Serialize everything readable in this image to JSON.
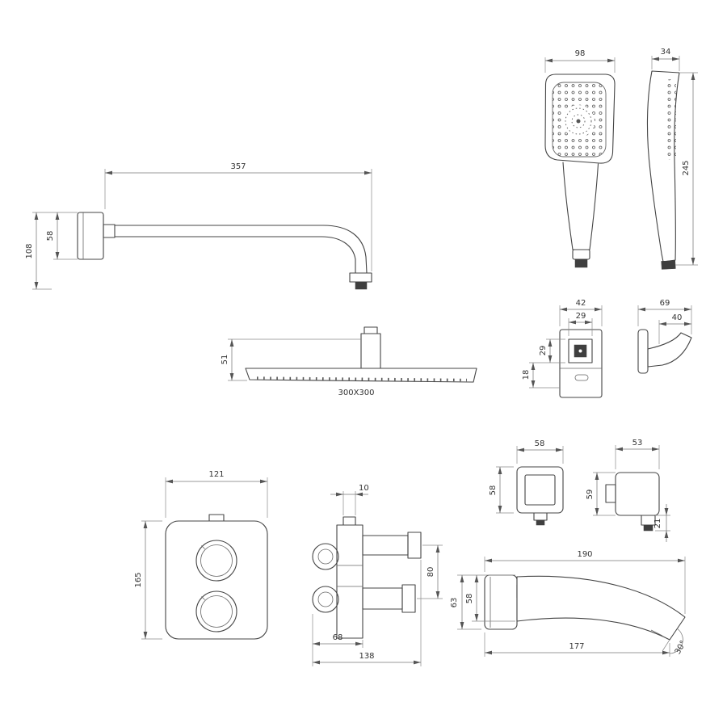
{
  "page": {
    "background": "#ffffff",
    "type": "technical-dimension-drawing",
    "subject": "concealed shower system components"
  },
  "colors": {
    "line": "#444444",
    "dimension_line": "#777777",
    "text": "#333333",
    "dark_fill": "#3f3f3f"
  },
  "dims": {
    "hand_shower_front": {
      "width": "98"
    },
    "hand_shower_side": {
      "depth": "34",
      "height": "245"
    },
    "shower_arm": {
      "length": "357",
      "flange_height": "58",
      "drop_height": "108"
    },
    "overhead_shower": {
      "height": "51",
      "size": "300X300"
    },
    "wall_elbow": {
      "width": "42",
      "button_width": "29",
      "button_height": "29",
      "lower_height": "18"
    },
    "holder": {
      "width": "69",
      "hook_depth": "40"
    },
    "wall_plate": {
      "width": "58",
      "height": "58"
    },
    "wall_outlet": {
      "width": "53",
      "height": "59",
      "spigot": "21"
    },
    "mixer_trim": {
      "width": "121",
      "height": "165"
    },
    "mixer_valve": {
      "stub_width": "10",
      "port_spacing": "80",
      "body_width": "68",
      "total_width": "138"
    },
    "spout": {
      "length": "190",
      "flange_height": "63",
      "body_height": "58",
      "lower_length": "177",
      "angle": "30°"
    }
  }
}
